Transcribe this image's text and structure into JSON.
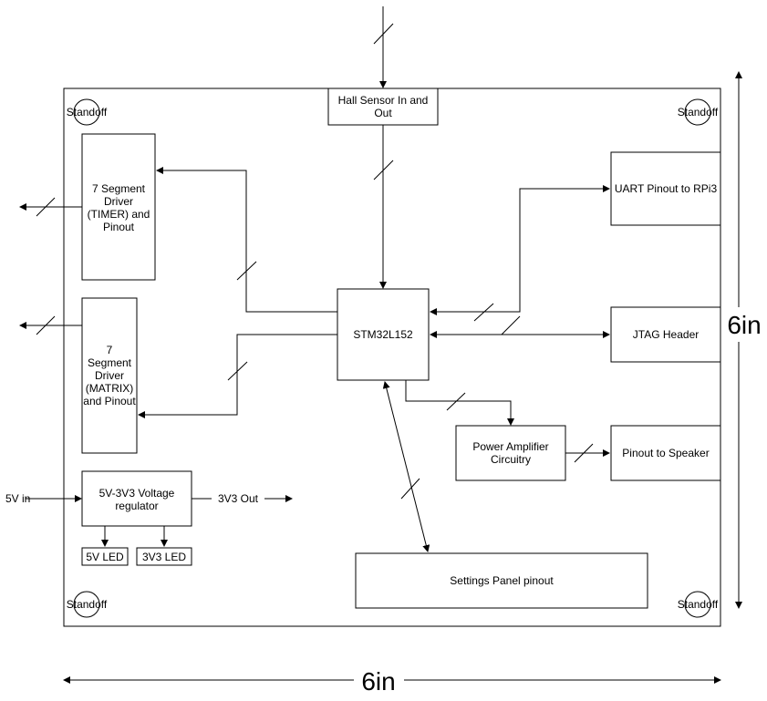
{
  "board": {
    "standoff_label": "Standoff",
    "width_label": "6in",
    "height_label": "6in"
  },
  "blocks": {
    "hall": [
      "Hall Sensor In and",
      "Out"
    ],
    "seg_timer": [
      "7 Segment",
      "Driver",
      "(TIMER) and",
      "Pinout"
    ],
    "seg_matrix": [
      "7",
      "Segment",
      "Driver",
      "(MATRIX)",
      "and Pinout"
    ],
    "mcu": [
      "STM32L152"
    ],
    "uart": [
      "UART Pinout to RPi3"
    ],
    "jtag": [
      "JTAG Header"
    ],
    "amp": [
      "Power Amplifier",
      "Circuitry"
    ],
    "speaker": [
      "Pinout to Speaker"
    ],
    "regulator": [
      "5V-3V3 Voltage",
      "regulator"
    ],
    "led5": [
      "5V LED"
    ],
    "led33": [
      "3V3 LED"
    ],
    "settings": [
      "Settings Panel pinout"
    ]
  },
  "signals": {
    "power_in": "5V in",
    "power_out": "3V3 Out"
  }
}
